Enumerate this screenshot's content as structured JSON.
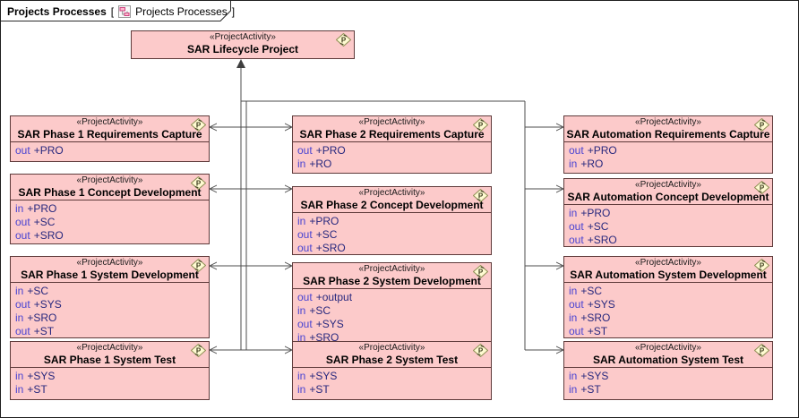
{
  "frame": {
    "title_bold": "Projects Processes",
    "bracket_open": "[",
    "bracket_close": "]",
    "title_ref": "Projects Processes"
  },
  "stereotype_label": "«ProjectActivity»",
  "colors": {
    "box_fill": "#fccaca",
    "box_border": "#5e3a3a",
    "connector": "#4d4d4d",
    "param_direction": "#4a44d2",
    "param_name": "#28287e"
  },
  "boxes": {
    "lifecycle": {
      "name": "SAR Lifecycle Project",
      "params": []
    },
    "p1_req": {
      "name": "SAR Phase 1 Requirements Capture",
      "params": [
        {
          "dir": "out",
          "name": "+PRO"
        }
      ]
    },
    "p1_concept": {
      "name": "SAR Phase 1 Concept Development",
      "params": [
        {
          "dir": "in",
          "name": "+PRO"
        },
        {
          "dir": "out",
          "name": "+SC"
        },
        {
          "dir": "out",
          "name": "+SRO"
        }
      ]
    },
    "p1_sysdev": {
      "name": "SAR Phase 1 System Development",
      "params": [
        {
          "dir": "in",
          "name": "+SC"
        },
        {
          "dir": "out",
          "name": "+SYS"
        },
        {
          "dir": "in",
          "name": "+SRO"
        },
        {
          "dir": "out",
          "name": "+ST"
        }
      ]
    },
    "p1_systest": {
      "name": "SAR Phase 1 System Test",
      "params": [
        {
          "dir": "in",
          "name": "+SYS"
        },
        {
          "dir": "in",
          "name": "+ST"
        }
      ]
    },
    "p2_req": {
      "name": "SAR Phase 2 Requirements Capture",
      "params": [
        {
          "dir": "out",
          "name": "+PRO"
        },
        {
          "dir": "in",
          "name": "+RO"
        }
      ]
    },
    "p2_concept": {
      "name": "SAR Phase 2 Concept Development",
      "params": [
        {
          "dir": "in",
          "name": "+PRO"
        },
        {
          "dir": "out",
          "name": "+SC"
        },
        {
          "dir": "out",
          "name": "+SRO"
        }
      ]
    },
    "p2_sysdev": {
      "name": "SAR Phase 2 System Development",
      "params": [
        {
          "dir": "out",
          "name": "+output"
        },
        {
          "dir": "in",
          "name": "+SC"
        },
        {
          "dir": "out",
          "name": "+SYS"
        },
        {
          "dir": "in",
          "name": "+SRO"
        }
      ]
    },
    "p2_systest": {
      "name": "SAR Phase 2 System Test",
      "params": [
        {
          "dir": "in",
          "name": "+SYS"
        },
        {
          "dir": "in",
          "name": "+ST"
        }
      ]
    },
    "auto_req": {
      "name": "SAR Automation Requirements Capture",
      "params": [
        {
          "dir": "out",
          "name": "+PRO"
        },
        {
          "dir": "in",
          "name": "+RO"
        }
      ]
    },
    "auto_concept": {
      "name": "SAR Automation Concept Development",
      "params": [
        {
          "dir": "in",
          "name": "+PRO"
        },
        {
          "dir": "out",
          "name": "+SC"
        },
        {
          "dir": "out",
          "name": "+SRO"
        }
      ]
    },
    "auto_sysdev": {
      "name": "SAR Automation System Development",
      "params": [
        {
          "dir": "in",
          "name": "+SC"
        },
        {
          "dir": "out",
          "name": "+SYS"
        },
        {
          "dir": "in",
          "name": "+SRO"
        },
        {
          "dir": "out",
          "name": "+ST"
        }
      ]
    },
    "auto_systest": {
      "name": "SAR Automation System Test",
      "params": [
        {
          "dir": "in",
          "name": "+SYS"
        },
        {
          "dir": "in",
          "name": "+ST"
        }
      ]
    }
  }
}
